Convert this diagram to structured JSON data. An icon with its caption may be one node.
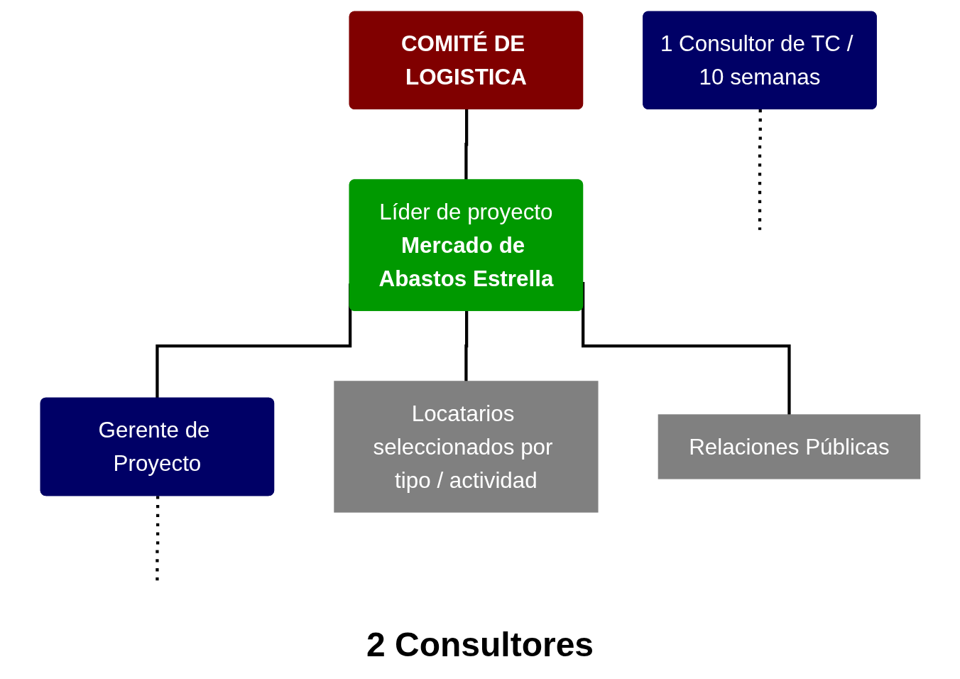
{
  "diagram": {
    "nodes": [
      {
        "text": [
          "COMITÉ DE LOGISTICA"
        ]
      },
      {
        "text": [
          "Líder de proyecto",
          "Mercado de Abastos Estrella"
        ]
      },
      {
        "text": [
          "Gerente de Proyecto"
        ]
      },
      {
        "text": [
          "Locatarios seleccionados por tipo / actividad"
        ]
      },
      {
        "text": [
          "Relaciones Públicas"
        ]
      },
      {
        "text": [
          "1 Consultor de TC / 10 semanas"
        ]
      }
    ],
    "edges": [
      {
        "from": 0,
        "to": 1,
        "arrow": "none"
      },
      {
        "from": 1,
        "to": 2,
        "arrow": "none"
      },
      {
        "from": 1,
        "to": 3,
        "arrow": "none"
      },
      {
        "from": 1,
        "to": 4,
        "arrow": "none"
      },
      {
        "from": 2,
        "to": null,
        "arrow": "none",
        "style": "dashed"
      },
      {
        "from": 5,
        "to": null,
        "arrow": "none",
        "style": "dashed"
      }
    ],
    "labels": [
      "2 Consultores"
    ]
  }
}
